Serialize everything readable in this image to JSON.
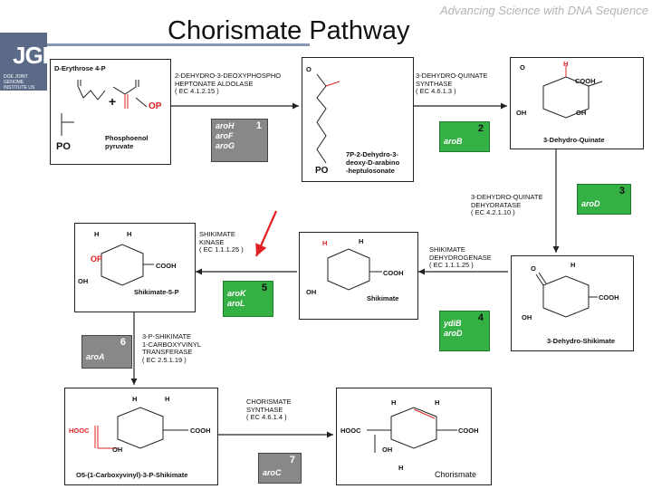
{
  "header": {
    "tagline": "Advancing Science with DNA Sequence",
    "title": "Chorismate Pathway",
    "logo_text": "JGI",
    "logo_subtitle": "DOE JOINT GENOME INSTITUTE US DEPARTMENT OF ENERGY OFFICE OF SCIENCE"
  },
  "step1": {
    "substrate_a": "D-Erythrose 4-P",
    "substrate_b": "Phosphoenol pyruvate",
    "enzyme": "2-DEHYDRO-3-DEOXYPHOSPHO\nHEPTONATE ALDOLASE\n( EC 4.1.2.15 )",
    "genes": [
      "aroH",
      "aroF",
      "aroG"
    ],
    "number": "1",
    "product": "7P-2-Dehydro-3-\ndeoxy-D-arabino\n-heptulosonate"
  },
  "step2": {
    "enzyme": "3-DEHYDRO-QUINATE\nSYNTHASE\n( EC 4.6.1.3 )",
    "genes": [
      "aroB"
    ],
    "number": "2",
    "product": "3-Dehydro-Quinate"
  },
  "step3": {
    "enzyme": "3-DEHYDRO-QUINATE\nDEHYDRATASE\n( EC 4.2.1.10 )",
    "genes": [
      "aroD"
    ],
    "number": "3",
    "product": "3-Dehydro-Shikimate"
  },
  "step4": {
    "enzyme": "SHIKIMATE\nDEHYDROGENASE\n( EC 1.1.1.25 )",
    "genes": [
      "ydiB",
      "aroD"
    ],
    "number": "4",
    "product": "Shikimate"
  },
  "step5": {
    "enzyme": "SHIKIMATE\nKINASE\n( EC 1.1.1.25 )",
    "genes": [
      "aroK",
      "aroL"
    ],
    "number": "5",
    "product": "Shikimate-5-P"
  },
  "step6": {
    "enzyme": "3-P-SHIKIMATE\n1-CARBOXYVINYL\nTRANSFERASE\n( EC 2.5.1.19 )",
    "genes": [
      "aroA"
    ],
    "number": "6",
    "product": "O5-(1-Carboxyvinyl)-3-P-Shikimate"
  },
  "step7": {
    "enzyme": "CHORISMATE\nSYNTHASE\n( EC 4.6.1.4 )",
    "genes": [
      "aroC"
    ],
    "number": "7",
    "product": "Chorismate"
  },
  "atoms": {
    "H": "H",
    "OH": "OH",
    "O": "O",
    "OP": "OP",
    "PO": "PO",
    "COOH": "COOH",
    "HOOC": "HOOC",
    "plus": "+"
  },
  "colors": {
    "accent_red": "#e02020",
    "gene_gray": "#888888",
    "gene_green": "#35b045",
    "logo_blue": "#5a6a87",
    "tagline_gray": "#b4b4b4"
  }
}
